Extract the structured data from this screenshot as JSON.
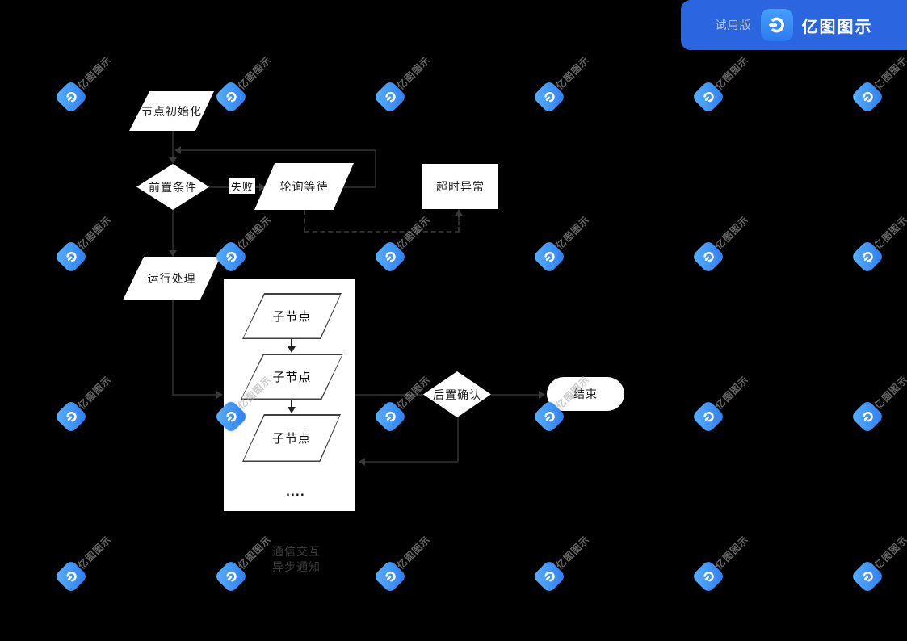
{
  "banner": {
    "trial_label": "试用版",
    "brand": "亿图图示"
  },
  "watermark": {
    "text": "亿图图示",
    "cols": [
      88,
      286,
      483,
      680,
      877,
      1074
    ],
    "rows": [
      120,
      318,
      516,
      714
    ]
  },
  "flowchart": {
    "nodes": {
      "init": "节点初始化",
      "precondition": "前置条件",
      "fail": "失败",
      "poll_wait": "轮询等待",
      "timeout": "超时异常",
      "run_process": "运行处理",
      "child1": "子节点",
      "child2": "子节点",
      "child3": "子节点",
      "ellipsis": "....",
      "post_confirm": "后置确认",
      "end": "结束"
    },
    "legend": {
      "line1": "通信交互",
      "line2": "异步通知"
    }
  },
  "colors": {
    "background": "#000000",
    "banner_blue": "#2b66e0",
    "logo_blue_light": "#59b1fc",
    "logo_blue_dark": "#2b7cf0",
    "connector": "#262626",
    "node_fill": "#ffffff",
    "node_text": "#1c1c1c"
  }
}
